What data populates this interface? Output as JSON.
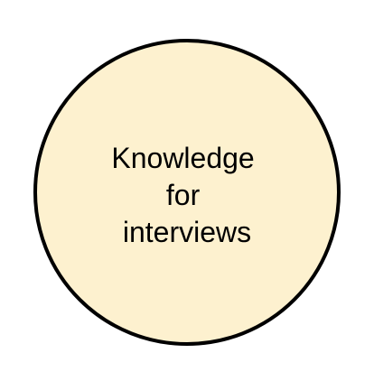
{
  "diagram": {
    "node": {
      "label_lines": [
        "Knowledge",
        "for",
        "interviews"
      ],
      "fill_color": "#fdf1cf",
      "stroke_color": "#000000"
    }
  }
}
